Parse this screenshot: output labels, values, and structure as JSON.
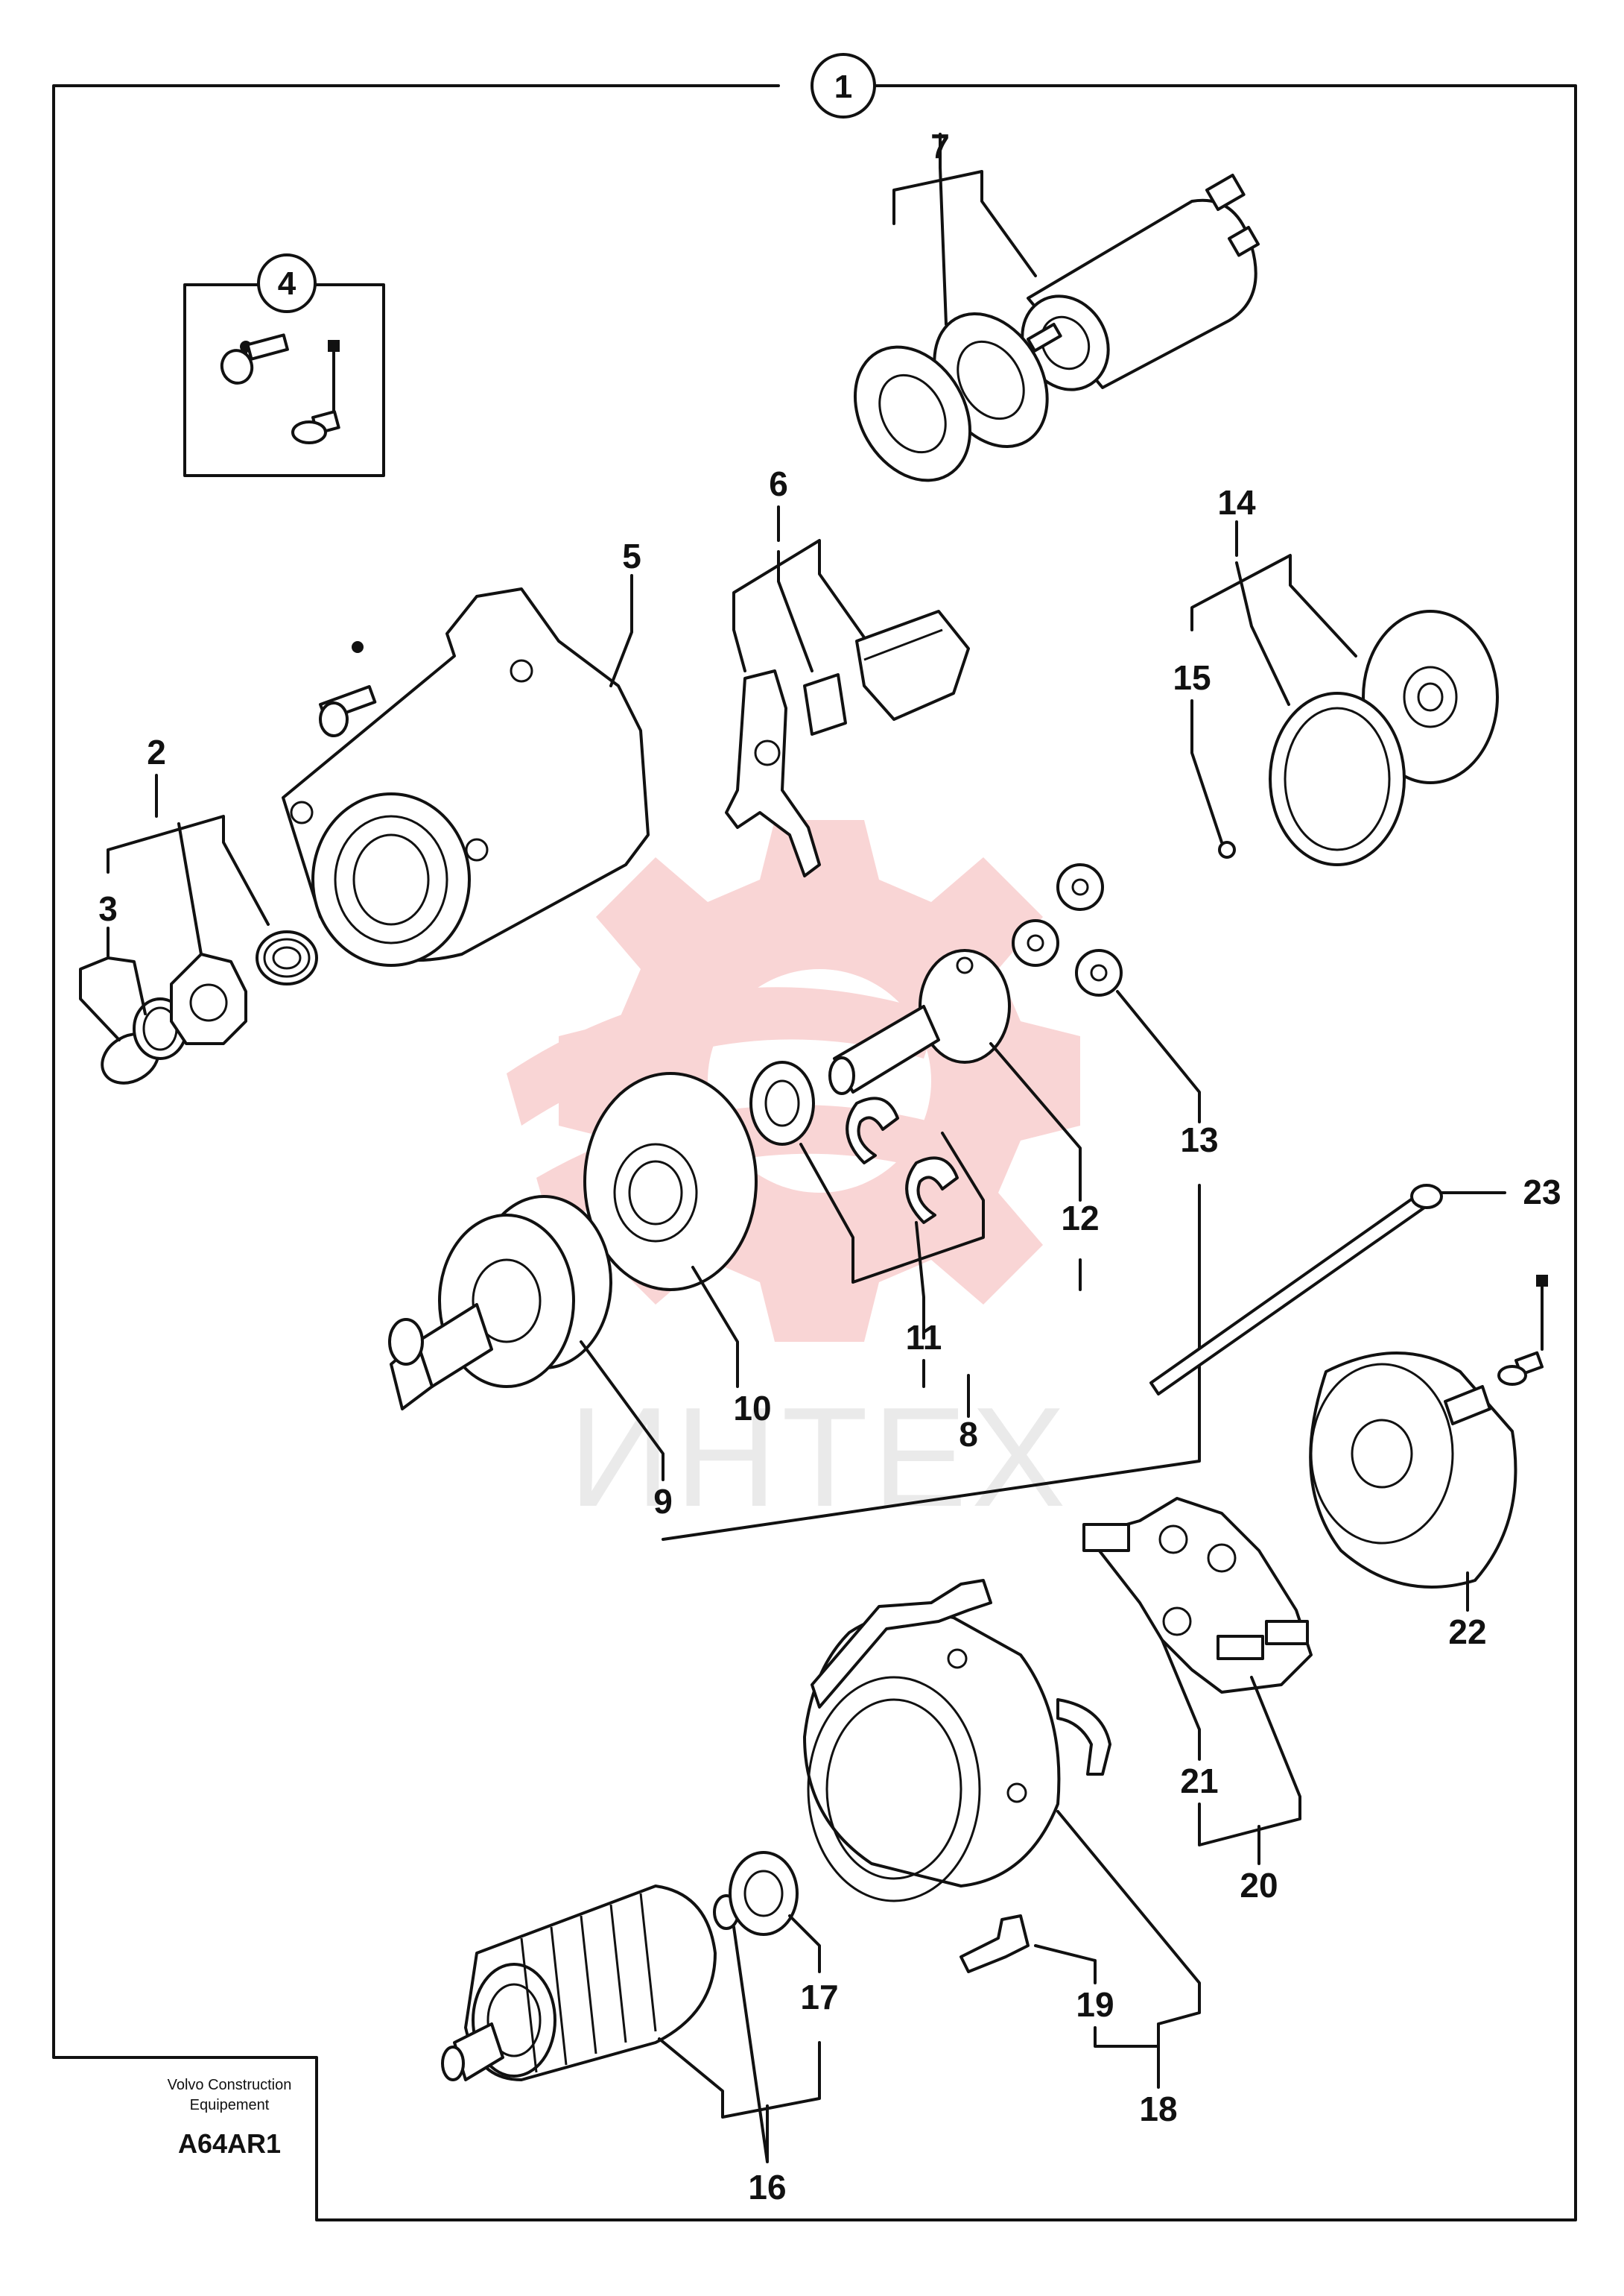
{
  "diagram": {
    "kit_label": "1",
    "sub_kit_label": "4",
    "callouts": [
      "2",
      "3",
      "5",
      "6",
      "7",
      "8",
      "9",
      "10",
      "11",
      "12",
      "13",
      "14",
      "15",
      "16",
      "17",
      "18",
      "19",
      "20",
      "21",
      "22",
      "23"
    ],
    "caption": {
      "line1": "Volvo Construction",
      "line2": "Equipement",
      "code": "A64AR1"
    },
    "watermark": "ИНТЕХ",
    "colors": {
      "line": "#111111",
      "watermark_red": "#f4b3b3",
      "watermark_text": "#d9d9d9",
      "background": "#ffffff"
    }
  }
}
